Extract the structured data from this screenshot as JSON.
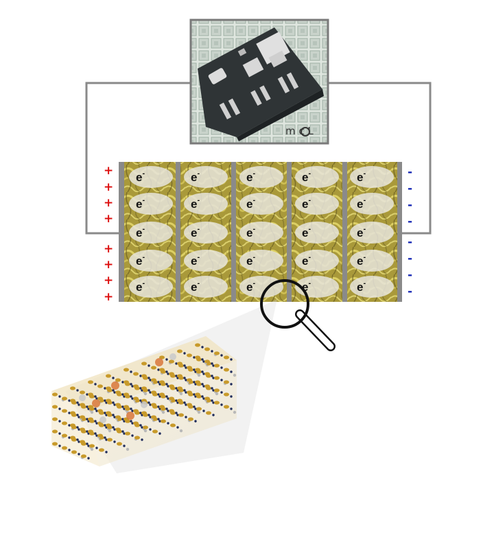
{
  "electron": {
    "base": "e",
    "sup": "-"
  },
  "plus_sign": "+",
  "minus_sign": "-",
  "chip_logo": "m c L",
  "colors": {
    "wire": "#8a8a8a",
    "chip_bg": "#e8ede8",
    "chip_body": "#2f3436",
    "electrode_gold": "#b8a83a",
    "separator": "#8a8a8a",
    "electron_ellipse": "#e6e4dc",
    "plus": "#dd1111",
    "minus": "#1a2bb5"
  },
  "icons": {
    "magnifier": "magnifier-icon",
    "crystal": "crystal-lattice-image",
    "chip": "chip-photo"
  }
}
